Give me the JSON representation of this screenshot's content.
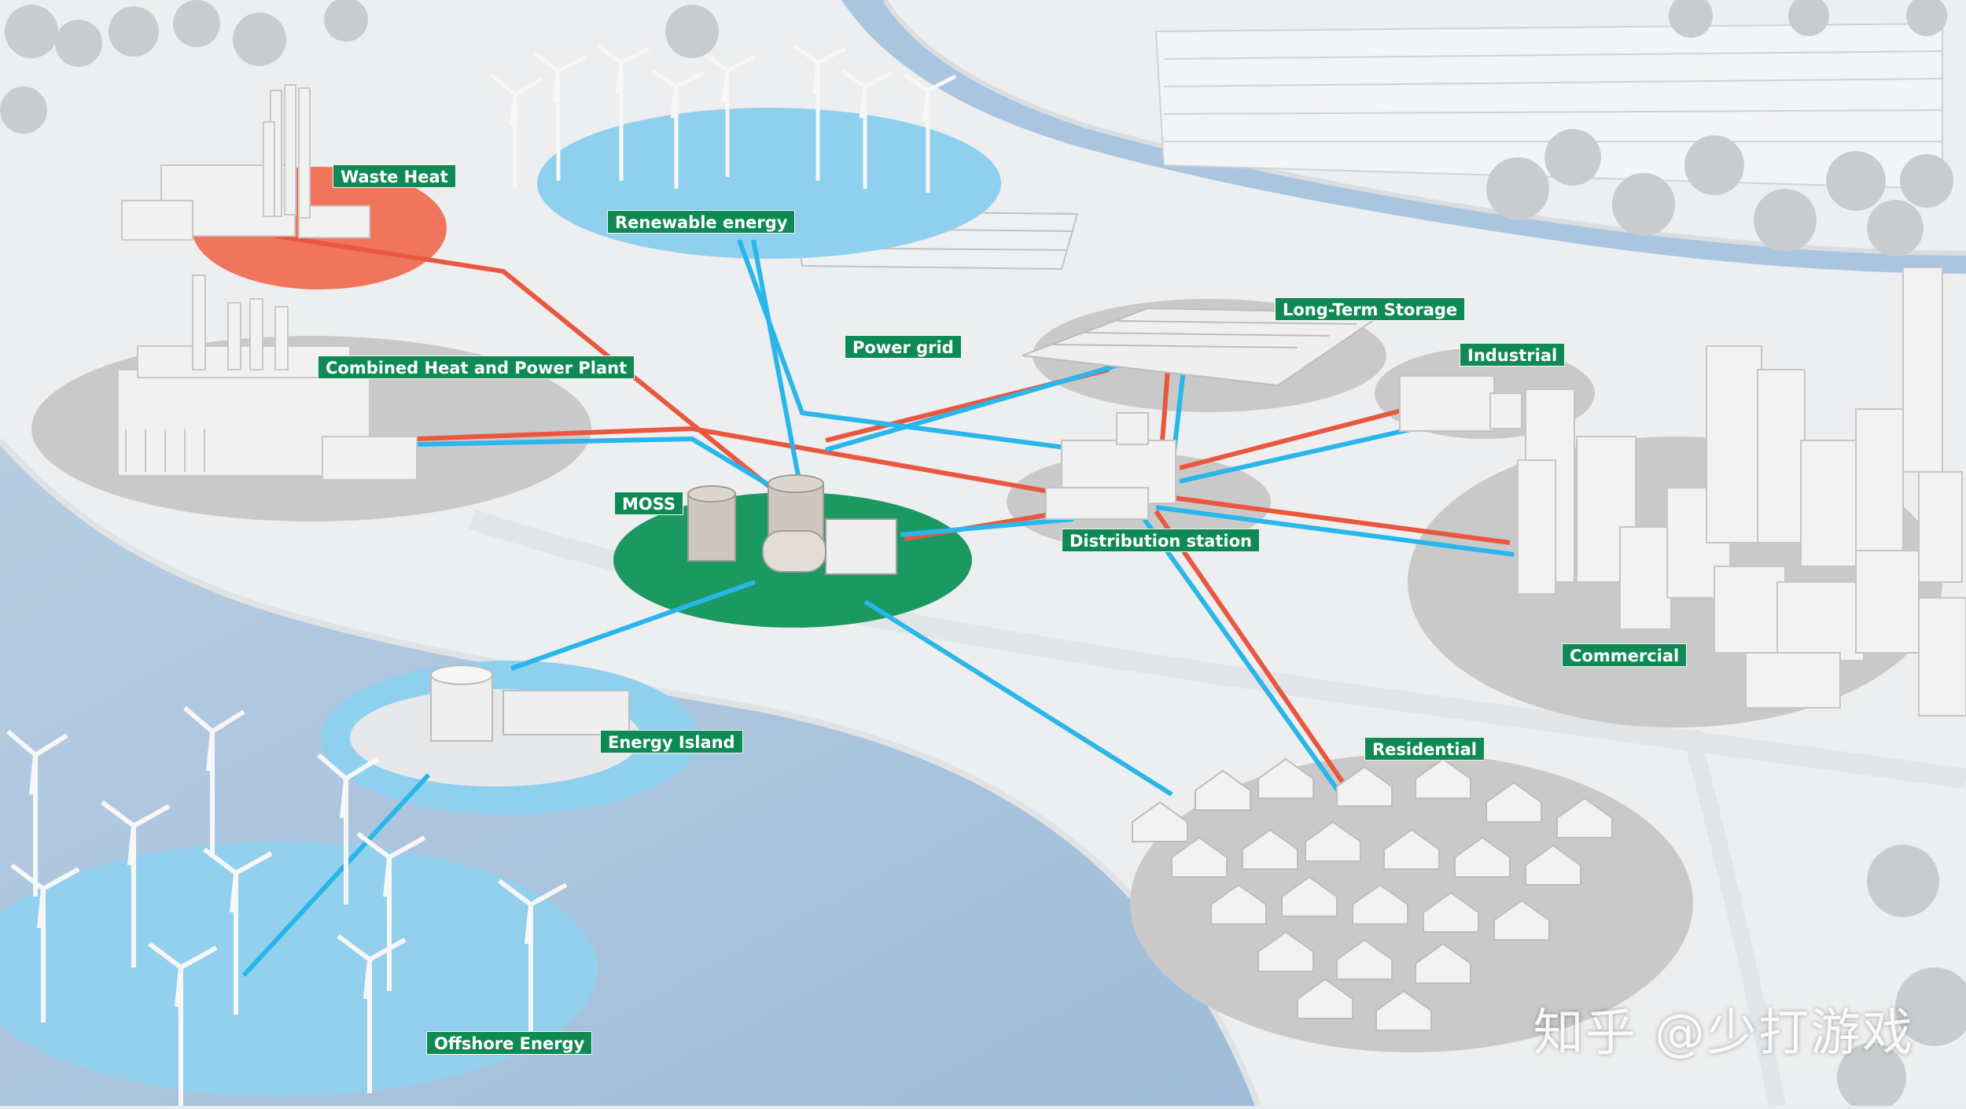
{
  "colors": {
    "heat_line": "#e9573f",
    "power_line": "#29b6ea",
    "label_bg": "#0f8a55",
    "heat_zone": "#f0755c",
    "renewable_zone": "#8fd0ee",
    "moss_zone": "#1a9a60",
    "water": "#a9c5df",
    "land": "#eceeef",
    "zone_gray": "#c9c9c9"
  },
  "labels": {
    "waste_heat": "Waste Heat",
    "renewable_energy": "Renewable energy",
    "combined_heat_power": "Combined Heat and Power Plant",
    "power_grid": "Power grid",
    "long_term_storage": "Long-Term Storage",
    "industrial": "Industrial",
    "moss": "MOSS",
    "distribution_station": "Distribution station",
    "commercial": "Commercial",
    "energy_island": "Energy Island",
    "residential": "Residential",
    "offshore_energy": "Offshore Energy"
  },
  "watermark": "知乎 @少打游戏"
}
